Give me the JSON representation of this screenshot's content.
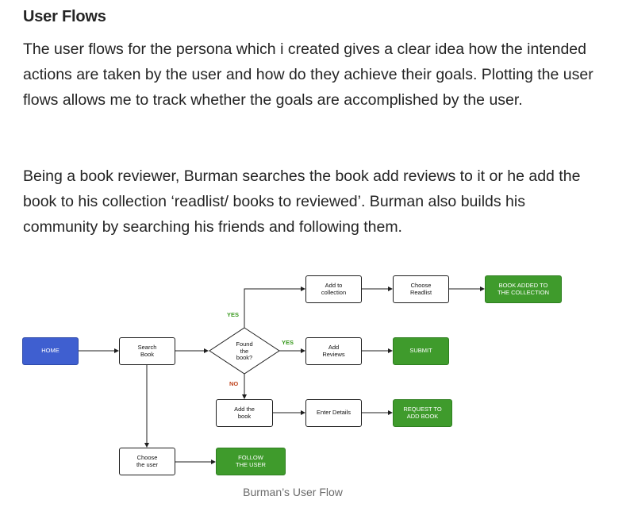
{
  "heading": "User Flows",
  "paragraphs": {
    "p1": "The user flows for the persona which i created gives a clear idea how the intended actions are taken by the user and how do they achieve their goals. Plotting the user flows allows me to track whether the goals are accomplished by the user.",
    "p2": "Being a book reviewer, Burman searches the book add reviews to it or he add the book to his collection ‘readlist/ books to reviewed’. Burman also builds his community by searching his friends and following them."
  },
  "flow": {
    "home": "HOME",
    "search_book": "Search\nBook",
    "found_book": "Found\nthe\nbook?",
    "add_to_collection": "Add to\ncollection",
    "choose_readlist": "Choose\nReadlist",
    "book_added": "BOOK ADDED TO\nTHE COLLECTION",
    "add_reviews": "Add\nReviews",
    "submit": "SUBMIT",
    "add_the_book": "Add the\nbook",
    "enter_details": "Enter Details",
    "request_add_book": "REQUEST TO\nADD BOOK",
    "choose_user": "Choose\nthe user",
    "follow_user": "FOLLOW\nTHE USER",
    "label_yes_top": "YES",
    "label_yes_right": "YES",
    "label_no": "NO"
  },
  "colors": {
    "start_node": "#3f5fd0",
    "end_node": "#3f9b2c",
    "yes_label": "#3a9a1f",
    "no_label": "#c0451f"
  },
  "caption": "Burman’s User Flow"
}
